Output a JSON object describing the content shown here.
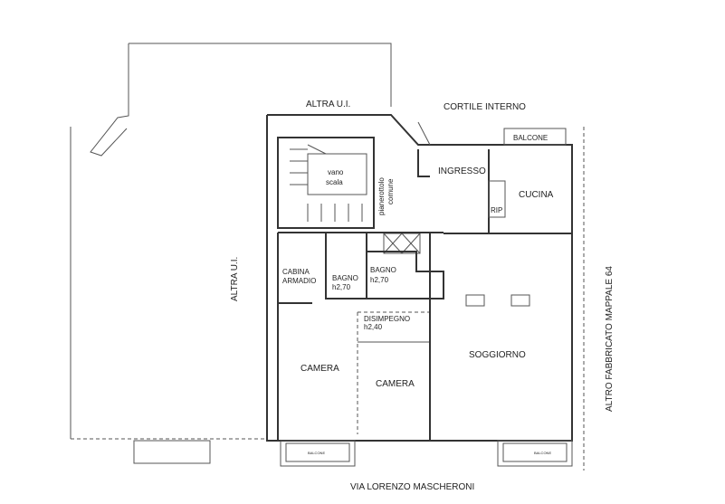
{
  "labels": {
    "altra_ui_top": "ALTRA U.I.",
    "cortile": "CORTILE INTERNO",
    "balcone_top": "BALCONE",
    "vano": "vano",
    "scala": "scala",
    "pianerottolo": "pianerottolo",
    "comune": "comune",
    "ingresso": "INGRESSO",
    "cucina": "CUCINA",
    "rip": "RIP",
    "cabina": "CABINA",
    "armadio": "ARMADIO",
    "bagno1": "BAGNO",
    "bagno1_h": "h2,70",
    "bagno2": "BAGNO",
    "bagno2_h": "h2,70",
    "disimpegno": "DISIMPEGNO",
    "disimpegno_h": "h2,40",
    "camera1": "CAMERA",
    "camera2": "CAMERA",
    "soggiorno": "SOGGIORNO",
    "altra_ui_left": "ALTRA U.I.",
    "altro_fabbricato": "ALTRO FABBRICATO MAPPALE 64",
    "balcone_bl": "BALCONE",
    "balcone_br": "BALCONE",
    "street": "VIA LORENZO MASCHERONI"
  }
}
